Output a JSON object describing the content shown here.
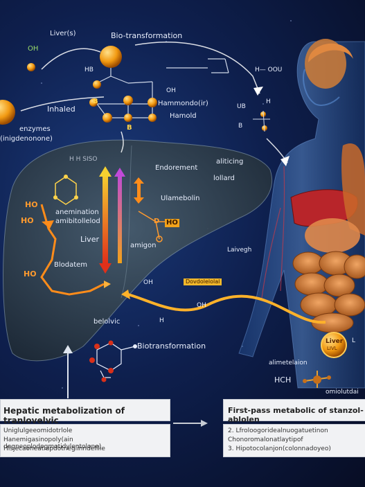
{
  "labels": {
    "top_liver": "Liver(s)",
    "bio_top": "Bio-transformation",
    "oh_top": "OH",
    "hb": "HB",
    "h_oou": "H— OOU",
    "oh_right": "OH",
    "inhaled": "Inhaled",
    "hammond": "Hammondo(ir)",
    "hamold": "Hamold",
    "enzymes": "enzymes",
    "enzymes_sub": "(inigdenonone)",
    "ub": "UB",
    "h_small": "H",
    "b_small": "B",
    "h_liver": "H H SISO",
    "ho_1": "HO",
    "ho_2": "HO",
    "ho_3": "HO",
    "reaction_1": "anemination",
    "reaction_2": "amibitollelod",
    "liver_inner": "Liver",
    "blodatem": "Blodatem",
    "b_letter": "B",
    "b_letter2": "B",
    "endorement": "Endorement",
    "aliticing": "aliticing",
    "lollard": "lollard",
    "ulamebolin": "Ulamebolin",
    "d_letter": "D",
    "ho_box": "HO",
    "amigon": "amigon",
    "laivegh": "Laivegh",
    "oh_mid": "OH",
    "dovdelolal": "Dovdolelolal",
    "oh_mid2": "OH",
    "belolvic": "belolvic",
    "h_mid": "H",
    "biotransformation": "Biotransformation",
    "liver_badge": "Liver",
    "liver_badge2": "LIVL",
    "l_right": "L",
    "alimetelaion": "alimetelaion",
    "hch": "HCH",
    "omolutdai": "omiolutdai"
  },
  "panels": {
    "left": {
      "title": "Hepatic metabolization of tranlovelvic",
      "lines": [
        "Uniglulgeeomidotrlole",
        "Hanemigasinopoly(ain degneoplodogmotidylentolone)",
        "Hisjecaoneatiapdotneglinndelilie"
      ]
    },
    "right": {
      "title": "First-pass metabolic of stanzol-ablolen",
      "lines": [
        "2.  Lfroloogoridealnuogatuetinon",
        "      Chonoromalonatlaytipof",
        "3.  Hipotocolanjon(colonnadoyeo)"
      ]
    }
  },
  "colors": {
    "accent_orange": "#ff9a2e",
    "accent_yellow": "#ffd34a",
    "accent_green": "#9bdc6a",
    "liver_red": "#b8252a",
    "background": "#0e1f4d"
  }
}
